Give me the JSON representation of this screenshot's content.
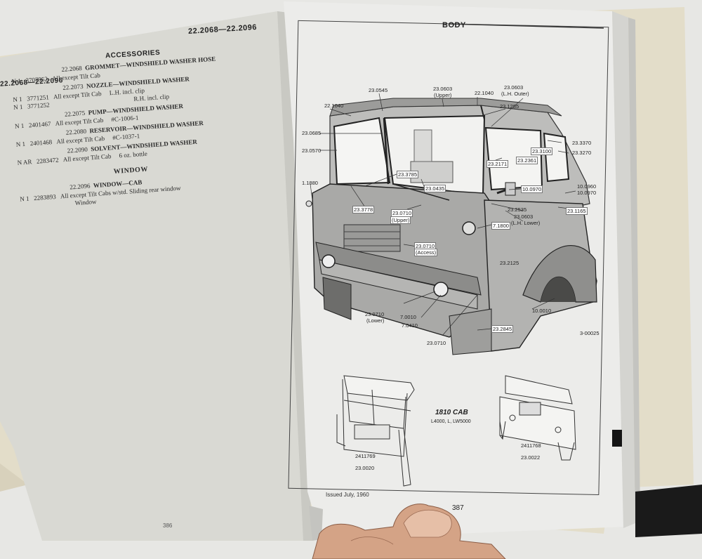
{
  "left_page": {
    "header_range": "22.2068—22.2096",
    "section_title": "ACCESSORIES",
    "side_range": "22.2068—22.2096",
    "entries": [
      {
        "code": "22.2068",
        "title": "GROMMET—WINDSHIELD WASHER HOSE",
        "lines": [
          {
            "flags": "N  1",
            "part": "3707952",
            "desc": "All except Tilt Cab"
          }
        ]
      },
      {
        "code": "22.2073",
        "title": "NOZZLE—WINDSHIELD WASHER",
        "lines": [
          {
            "flags": "N  1",
            "part": "3771251",
            "desc": "All except Tilt Cab",
            "note": "L.H. incl. clip"
          },
          {
            "flags": "N  1",
            "part": "3771252",
            "desc": "",
            "note": "R.H. incl. clip"
          }
        ]
      },
      {
        "code": "22.2075",
        "title": "PUMP—WINDSHIELD WASHER",
        "lines": [
          {
            "flags": "N  1",
            "part": "2401467",
            "desc": "All except Tilt Cab",
            "note": "#C-1006-1"
          }
        ]
      },
      {
        "code": "22.2080",
        "title": "RESERVOIR—WINDSHIELD WASHER",
        "lines": [
          {
            "flags": "N  1",
            "part": "2401468",
            "desc": "All except Tilt Cab",
            "note": "#C-1037-1"
          }
        ]
      },
      {
        "code": "22.2090",
        "title": "SOLVENT—WINDSHIELD WASHER",
        "lines": [
          {
            "flags": "N  AR",
            "part": "2283472",
            "desc": "All except Tilt Cab",
            "note": "6 oz. bottle"
          }
        ]
      }
    ],
    "window_heading": "WINDOW",
    "window_entry": {
      "code": "22.2096",
      "title": "WINDOW—CAB",
      "flags": "N  1",
      "part": "2283893",
      "desc": "All except Tilt Cabs w/std. Sliding rear window",
      "desc2": "Window"
    },
    "page_number": "386"
  },
  "right_page": {
    "section_title": "BODY",
    "figure_number": "3-00025",
    "callouts": [
      "22.1040",
      "23.0545",
      "23.0603",
      "(Upper)",
      "22.1040",
      "23.0603",
      "(L.H. Outer)",
      "23.1285",
      "23.0685",
      "23.0570",
      "1.1880",
      "23.3785",
      "23.0435",
      "23.2171",
      "23.2361",
      "23.3100",
      "23.3370",
      "23.3270",
      "10.0960",
      "10.0970",
      "10.0970",
      "23.3778",
      "23.0710",
      "(Upper)",
      "23.2535",
      "23.0603",
      "(L.H. Lower)",
      "7.1800",
      "23.1165",
      "23.0710",
      "(Access)",
      "23.2125",
      "23.0710",
      "(Lower)",
      "7.0010",
      "7.0410",
      "23.0710",
      "23.2845",
      "10.0010"
    ],
    "cab_title": "1810  CAB",
    "cab_models": "L4000, L, LW5000",
    "small_left_part1": "2411769",
    "small_left_part2": "23.0020",
    "small_right_part1": "2411768",
    "small_right_part2": "23.0022",
    "footer_left": "Issued July, 1960",
    "page_number": "387"
  },
  "colors": {
    "paper_left": "#dcdcd6",
    "paper_right": "#ededea",
    "table": "#e6e6e3",
    "cover": "#e3ddc9",
    "cab_gray": "#a7a7a5",
    "hand": "#d9a88a"
  }
}
